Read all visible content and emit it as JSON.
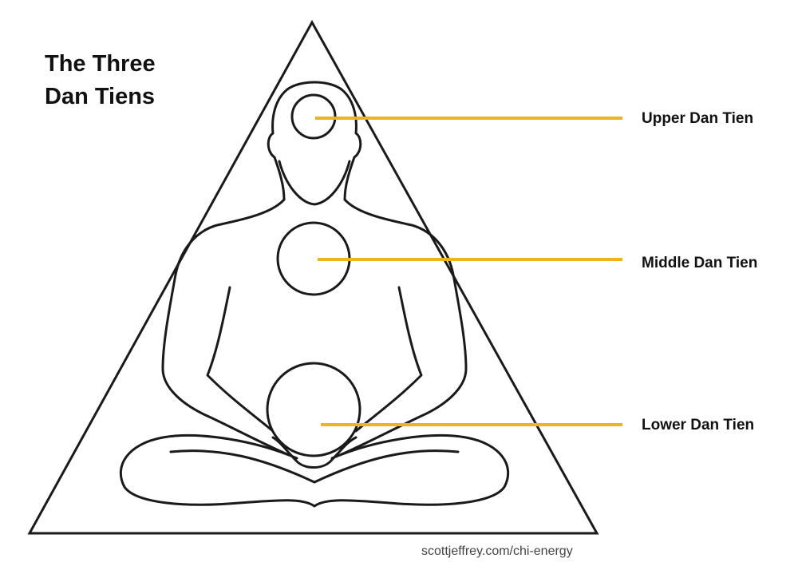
{
  "title": {
    "line1": "The Three",
    "line2": "Dan Tiens"
  },
  "centers": [
    {
      "id": "upper",
      "label": "Upper Dan Tien"
    },
    {
      "id": "middle",
      "label": "Middle Dan Tien"
    },
    {
      "id": "lower",
      "label": "Lower Dan Tien"
    }
  ],
  "footer": "scottjeffrey.com/chi-energy",
  "colors": {
    "leader_line": "#EDB422",
    "outline": "#1A1A1A",
    "background": "#FFFFFF"
  }
}
